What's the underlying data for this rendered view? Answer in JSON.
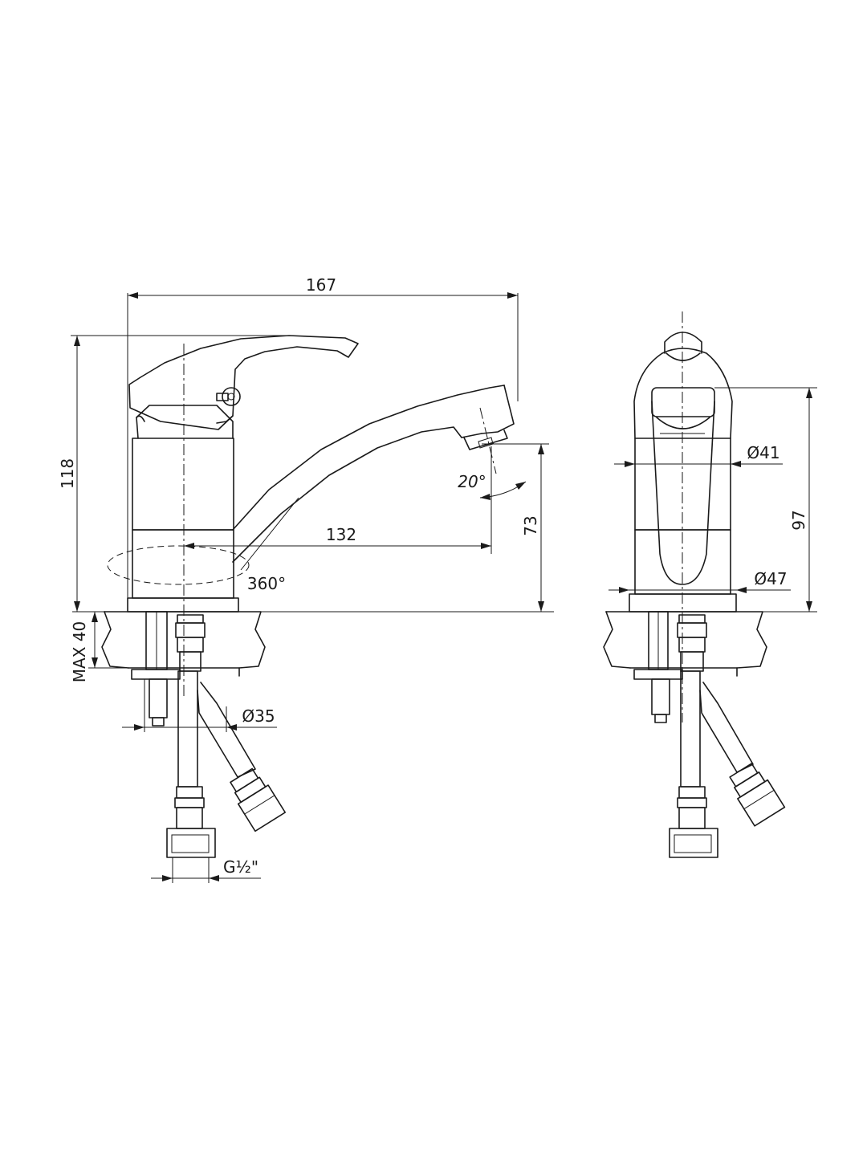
{
  "dimensions": {
    "overall_length": "167",
    "overall_height": "118",
    "spout_height": "73",
    "spout_reach": "132",
    "swivel_angle": "360°",
    "aerator_angle": "20°",
    "max_counter_thickness": "MAX 40",
    "mounting_diameter": "Ø35",
    "thread": "G½\"",
    "body_diameter": "Ø41",
    "base_diameter": "Ø47",
    "body_height": "97"
  }
}
